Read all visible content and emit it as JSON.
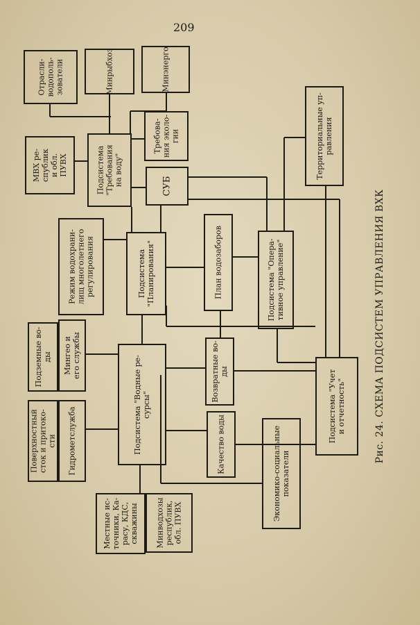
{
  "page_number": "209",
  "caption": "Рис. 24. СХЕМА ПОДСИСТЕМ УПРАВЛЕНИЯ ВХК",
  "nodes": {
    "otrasli": "Отрасли-\nводополь-\nзователи",
    "minrybhoz": "Минрыбхоз",
    "minenergo": "Минэнерго",
    "territorial": "Территориальные уп-\nравления",
    "mvh": "МВХ ре-\nспублик\nи обл.\nПУВХ",
    "trebovaniya_na_vodu": "Подсистема\n\"Требования\nна воду\"",
    "trebovaniya_ekologii": "Требова-\nния эколо-\nгии",
    "sub": "СУБ",
    "rezhim": "Режим водохрани-\nлищ многолетнего\nрегулирования",
    "planirovanie": "Подсистема\n\"Планирования\"",
    "plan_vodozaborov": "План водозаборов",
    "operativnoe": "Подсистема \"Опера-\nтивное управление\"",
    "podzemnye": "Подземные во-\nды",
    "mingeo": "Мингео и\nего службы",
    "vodnye_resursy": "Подсистема \"Водные ре-\nсурсы\"",
    "vozvratnye": "Возвратные во-\nды",
    "poverhnostny": "Поверхностный\nсток и притоко-\nсти",
    "gidromet": "Гидрометслужба",
    "kachestvo": "Качество воды",
    "ekonomiko": "Экономико-социальные\nпоказатели",
    "uchet": "Подсистема \"Учет\nи отчетность\"",
    "mestnye": "Местные ис-\nточники, Ка-\nрасу, КДС,\nскважины",
    "minvodhozy": "Минводхозы\nреспублик,\nобл. ПУВХ"
  }
}
